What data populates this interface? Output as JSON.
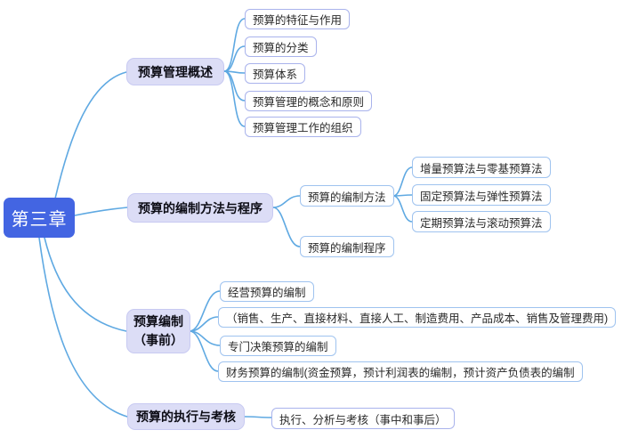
{
  "root": {
    "label": "第三章"
  },
  "branches": [
    {
      "label": "预算管理概述",
      "children": [
        "预算的特征与作用",
        "预算的分类",
        "预算体系",
        "预算管理的概念和原则",
        "预算管理工作的组织"
      ]
    },
    {
      "label": "预算的编制方法与程序",
      "children": [
        {
          "label": "预算的编制方法",
          "children": [
            "增量预算法与零基预算法",
            "固定预算法与弹性预算法",
            "定期预算法与滚动预算法"
          ]
        },
        {
          "label": "预算的编制程序"
        }
      ]
    },
    {
      "label": "预算编制",
      "sublabel": "（事前）",
      "children": [
        "经营预算的编制",
        "（销售、生产、直接材料、直接人工、制造费用、产品成本、销售及管理费用)",
        "专门决策预算的编制",
        "财务预算的编制(资金预算，预计利润表的编制，预计资产负债表的编制"
      ]
    },
    {
      "label": "预算的执行与考核",
      "children": [
        "执行、分析与考核（事中和事后）"
      ]
    }
  ],
  "colors": {
    "root_bg": "#4365e2",
    "branch_bg": "#dcddf6",
    "branch_border": "#c8caf2",
    "connector_line": "#5fa9e2",
    "leaf_border_blue": "#9fc3ef",
    "leaf_border_periwinkle": "#a9b3ec"
  }
}
